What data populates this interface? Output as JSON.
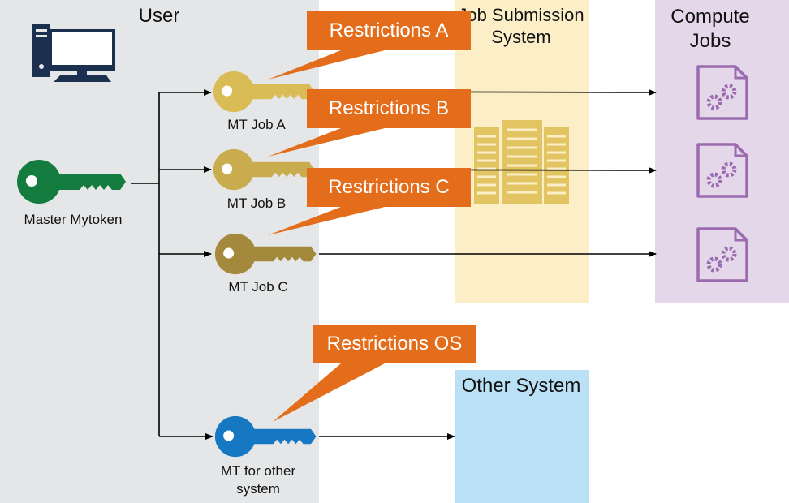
{
  "regions": {
    "user": {
      "title": "User",
      "color": "#e5e6e7"
    },
    "job_submission": {
      "title_line1": "Job Submission",
      "title_line2": "System",
      "color": "#fcefc8"
    },
    "compute_jobs": {
      "title_line1": "Compute",
      "title_line2": "Jobs",
      "color": "#e4d7ea"
    },
    "other_system": {
      "title": "Other System",
      "color": "#b9e0f4"
    }
  },
  "keys": {
    "master": {
      "label": "Master Mytoken",
      "color": "#147c3f"
    },
    "job_a": {
      "label": "MT Job A",
      "color": "#d9bc55"
    },
    "job_b": {
      "label": "MT Job B",
      "color": "#c9ac4d"
    },
    "job_c": {
      "label": "MT Job C",
      "color": "#a4883b"
    },
    "other": {
      "label_line1": "MT for other",
      "label_line2": "system",
      "color": "#1677c2"
    }
  },
  "callouts": {
    "a": "Restrictions A",
    "b": "Restrictions B",
    "c": "Restrictions C",
    "os": "Restrictions OS"
  },
  "icons": [
    "computer-icon",
    "server-icon",
    "job-gear-icon"
  ],
  "colors": {
    "callout": "#e46d1b",
    "arrow": "#000000",
    "job_icon": "#9b6bb0"
  }
}
